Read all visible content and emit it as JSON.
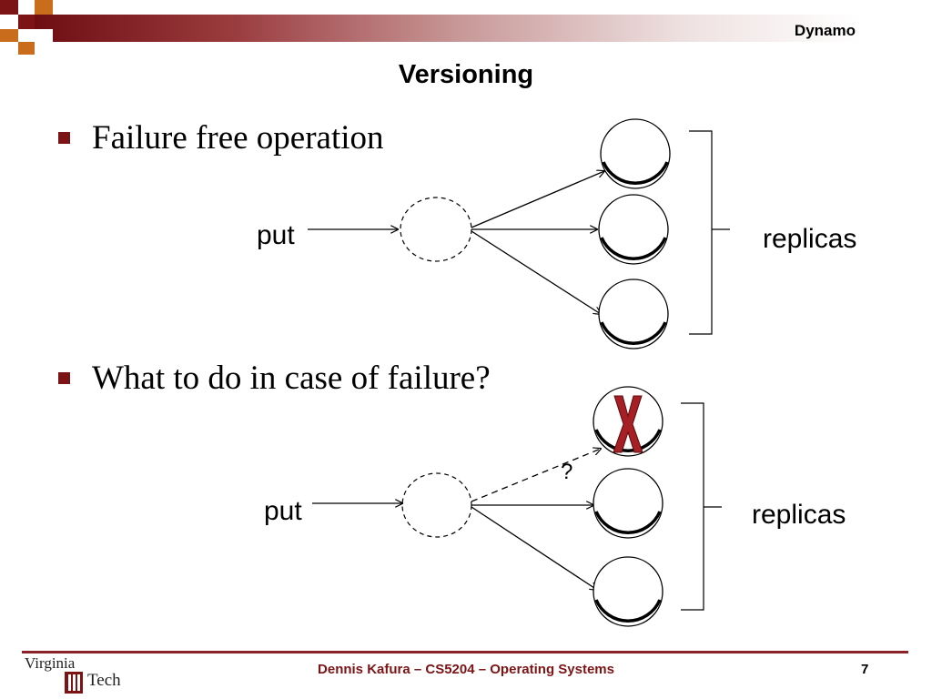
{
  "header": {
    "section": "Dynamo"
  },
  "title": "Versioning",
  "bullets": [
    {
      "text": "Failure free operation"
    },
    {
      "text": "What to do in case of failure?"
    }
  ],
  "diagram_top": {
    "put_label": "put",
    "replicas_label": "replicas"
  },
  "diagram_bottom": {
    "put_label": "put",
    "replicas_label": "replicas",
    "question_label": "?"
  },
  "footer": {
    "text": "Dennis Kafura – CS5204 – Operating Systems",
    "page": "7"
  },
  "logo": {
    "line1": "Virginia",
    "line2": "Tech"
  },
  "colors": {
    "maroon": "#7c1416",
    "failure_x": "#a51f24"
  },
  "icons": {
    "bullet": "square-bullet-icon",
    "failure": "x-mark-icon"
  }
}
